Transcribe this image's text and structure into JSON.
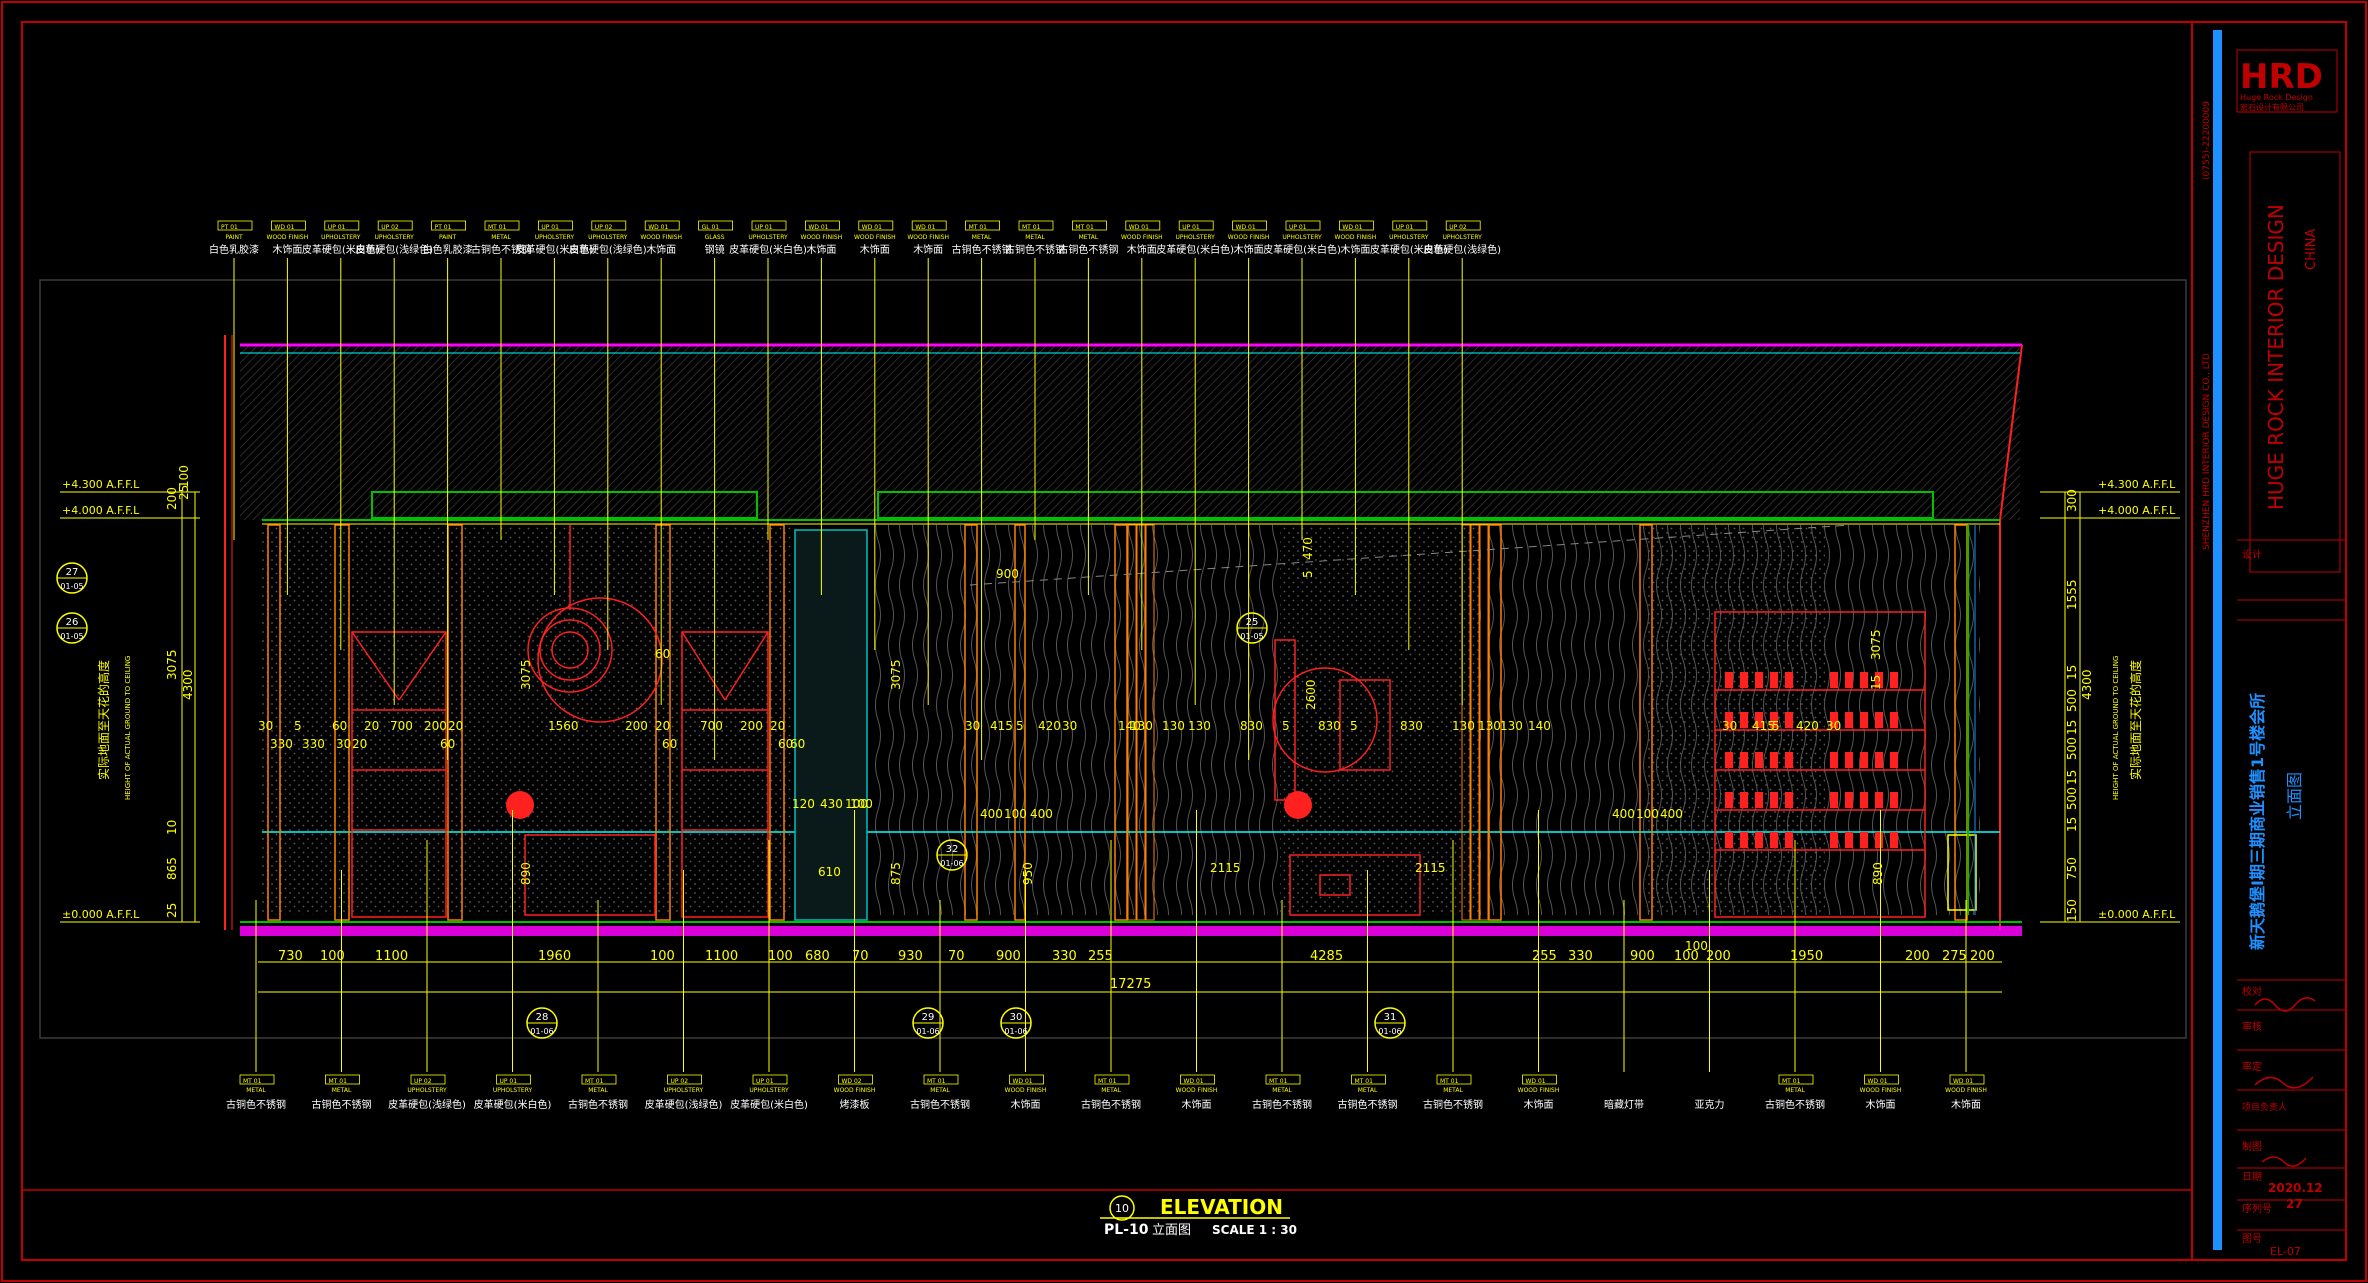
{
  "drawing": {
    "title": "ELEVATION",
    "code": "PL-10",
    "subtitle_cn": "立面图",
    "scale": "SCALE 1 : 30",
    "index_number": "10"
  },
  "levels_left": [
    "+4.300 A.F.F.L",
    "+4.000 A.F.F.L",
    "±0.000 A.F.F.L"
  ],
  "levels_right": [
    "+4.300 A.F.F.L",
    "+4.000 A.F.F.L",
    "±0.000 A.F.F.L"
  ],
  "vertical_note_cn": "实际地面至天花的高度",
  "vertical_note_en": "HEIGHT OF ACTUAL GROUND TO CEILING",
  "left_dims": [
    "200",
    "25",
    "100",
    "3075",
    "4300",
    "10",
    "865",
    "25"
  ],
  "right_dims": [
    "300",
    "1555",
    "15",
    "500",
    "15",
    "500",
    "15",
    "500",
    "15",
    "750",
    "150",
    "4300"
  ],
  "bottom_dims": [
    "730",
    "100",
    "1100",
    "1960",
    "100",
    "1100",
    "100",
    "680",
    "70",
    "930",
    "70",
    "900",
    "330",
    "255",
    "4285",
    "255",
    "330",
    "900",
    "100",
    "200",
    "1950",
    "200",
    "275",
    "200"
  ],
  "overall_dim": "17275",
  "inner_dims_a": [
    "30",
    "5",
    "60",
    "20",
    "700",
    "200",
    "20",
    "1560",
    "200",
    "20",
    "700",
    "200",
    "20",
    "30",
    "415",
    "5",
    "420",
    "30",
    "140",
    "130",
    "130",
    "130",
    "830",
    "5",
    "830",
    "5",
    "830",
    "130",
    "130",
    "130",
    "140",
    "30",
    "415",
    "5",
    "420",
    "30"
  ],
  "inner_dims_b": [
    "330",
    "330",
    "30",
    "20",
    "60",
    "60",
    "60",
    "60",
    "120",
    "430",
    "100",
    "400",
    "100",
    "400",
    "610",
    "2115",
    "2115",
    "400",
    "100",
    "400"
  ],
  "section_markers": [
    {
      "num": "27",
      "ref": "01-05"
    },
    {
      "num": "26",
      "ref": "01-05"
    },
    {
      "num": "25",
      "ref": "01-05"
    },
    {
      "num": "32",
      "ref": "01-06"
    },
    {
      "num": "28",
      "ref": "01-06"
    },
    {
      "num": "29",
      "ref": "01-06"
    },
    {
      "num": "30",
      "ref": "01-06"
    },
    {
      "num": "31",
      "ref": "01-06"
    }
  ],
  "top_tags": [
    {
      "code": "PT 01",
      "en": "PAINT",
      "cn": "白色乳胶漆"
    },
    {
      "code": "WD 01",
      "en": "WOOD FINISH",
      "cn": "木饰面"
    },
    {
      "code": "UP 01",
      "en": "UPHOLSTERY",
      "cn": "皮革硬包(米白色)"
    },
    {
      "code": "UP 02",
      "en": "UPHOLSTERY",
      "cn": "皮革硬包(浅绿色)"
    },
    {
      "code": "PT 01",
      "en": "PAINT",
      "cn": "白色乳胶漆"
    },
    {
      "code": "MT 01",
      "en": "METAL",
      "cn": "古铜色不锈钢"
    },
    {
      "code": "UP 01",
      "en": "UPHOLSTERY",
      "cn": "皮革硬包(米白色)"
    },
    {
      "code": "UP 02",
      "en": "UPHOLSTERY",
      "cn": "皮革硬包(浅绿色)"
    },
    {
      "code": "WD 01",
      "en": "WOOD FINISH",
      "cn": "木饰面"
    },
    {
      "code": "GL 01",
      "en": "GLASS",
      "cn": "钢镜"
    },
    {
      "code": "UP 01",
      "en": "UPHOLSTERY",
      "cn": "皮革硬包(米白色)"
    },
    {
      "code": "WD 01",
      "en": "WOOD FINISH",
      "cn": "木饰面"
    },
    {
      "code": "WD 01",
      "en": "WOOD FINISH",
      "cn": "木饰面"
    },
    {
      "code": "WD 01",
      "en": "WOOD FINISH",
      "cn": "木饰面"
    },
    {
      "code": "MT 01",
      "en": "METAL",
      "cn": "古铜色不锈钢"
    },
    {
      "code": "MT 01",
      "en": "METAL",
      "cn": "古铜色不锈钢"
    },
    {
      "code": "MT 01",
      "en": "METAL",
      "cn": "古铜色不锈钢"
    },
    {
      "code": "WD 01",
      "en": "WOOD FINISH",
      "cn": "木饰面"
    },
    {
      "code": "UP 01",
      "en": "UPHOLSTERY",
      "cn": "皮革硬包(米白色)"
    },
    {
      "code": "WD 01",
      "en": "WOOD FINISH",
      "cn": "木饰面"
    },
    {
      "code": "UP 01",
      "en": "UPHOLSTERY",
      "cn": "皮革硬包(米白色)"
    },
    {
      "code": "WD 01",
      "en": "WOOD FINISH",
      "cn": "木饰面"
    },
    {
      "code": "UP 01",
      "en": "UPHOLSTERY",
      "cn": "皮革硬包(米白色)"
    },
    {
      "code": "UP 02",
      "en": "UPHOLSTERY",
      "cn": "皮革硬包(浅绿色)"
    }
  ],
  "bottom_tags": [
    {
      "code": "MT 01",
      "en": "METAL",
      "cn": "古铜色不锈钢"
    },
    {
      "code": "MT 01",
      "en": "METAL",
      "cn": "古铜色不锈钢"
    },
    {
      "code": "UP 02",
      "en": "UPHOLSTERY",
      "cn": "皮革硬包(浅绿色)"
    },
    {
      "code": "UP 01",
      "en": "UPHOLSTERY",
      "cn": "皮革硬包(米白色)"
    },
    {
      "code": "MT 01",
      "en": "METAL",
      "cn": "古铜色不锈钢"
    },
    {
      "code": "UP 02",
      "en": "UPHOLSTERY",
      "cn": "皮革硬包(浅绿色)"
    },
    {
      "code": "UP 01",
      "en": "UPHOLSTERY",
      "cn": "皮革硬包(米白色)"
    },
    {
      "code": "WD 02",
      "en": "WOOD FINISH",
      "cn": "烤漆板"
    },
    {
      "code": "MT 01",
      "en": "METAL",
      "cn": "古铜色不锈钢"
    },
    {
      "code": "WD 01",
      "en": "WOOD FINISH",
      "cn": "木饰面"
    },
    {
      "code": "MT 01",
      "en": "METAL",
      "cn": "古铜色不锈钢"
    },
    {
      "code": "WD 01",
      "en": "WOOD FINISH",
      "cn": "木饰面"
    },
    {
      "code": "MT 01",
      "en": "METAL",
      "cn": "古铜色不锈钢"
    },
    {
      "code": "MT 01",
      "en": "METAL",
      "cn": "古铜色不锈钢"
    },
    {
      "code": "MT 01",
      "en": "METAL",
      "cn": "古铜色不锈钢"
    },
    {
      "code": "WD 01",
      "en": "WOOD FINISH",
      "cn": "木饰面"
    },
    {
      "code": "",
      "en": "",
      "cn": "暗藏灯带"
    },
    {
      "code": "",
      "en": "",
      "cn": "亚克力"
    },
    {
      "code": "MT 01",
      "en": "METAL",
      "cn": "古铜色不锈钢"
    },
    {
      "code": "WD 01",
      "en": "WOOD FINISH",
      "cn": "木饰面"
    },
    {
      "code": "WD 01",
      "en": "WOOD FINISH",
      "cn": "木饰面"
    }
  ],
  "callouts": {
    "lamp_height": "3075",
    "circle_dim": "2600",
    "dim_470": "470",
    "dim_5": "5",
    "dim_900": "900",
    "dim_60": "60",
    "dim_15": "15",
    "dim_3075_b": "3075",
    "dim_3075_c": "3075",
    "dim_890_a": "890",
    "dim_890_b": "890",
    "dim_875": "875",
    "dim_950": "950",
    "dim_100_a": "100",
    "dim_100_b": "100"
  },
  "title_block": {
    "logo": "HRD",
    "logo_sub": "Huge Rock Design",
    "logo_sub2": "宏石设计有限公司",
    "company_en": "HUGE ROCK INTERIOR DESIGN",
    "country": "CHINA",
    "address": "SHENZHEN HRD INTERIOR DESIGN CO., LTD",
    "phone": "(0755)-22200009",
    "project": "新天鹅堡I期三期商业销售1号楼会所",
    "drawing_name": "立面图",
    "date": "2020.12",
    "sheet_seq": "27",
    "drawing_no": "EL-07",
    "labels": [
      "设计",
      "校对",
      "审核",
      "审定",
      "日期",
      "序列号",
      "图号",
      "项目负责人",
      "制图"
    ]
  },
  "colors": {
    "frame": "#c00000",
    "dim": "#ffff00",
    "magenta": "#ff00ff",
    "cyan": "#00ffff",
    "green": "#00c000",
    "blue": "#1e90ff",
    "orange": "#ff8000",
    "red": "#ff2020"
  }
}
